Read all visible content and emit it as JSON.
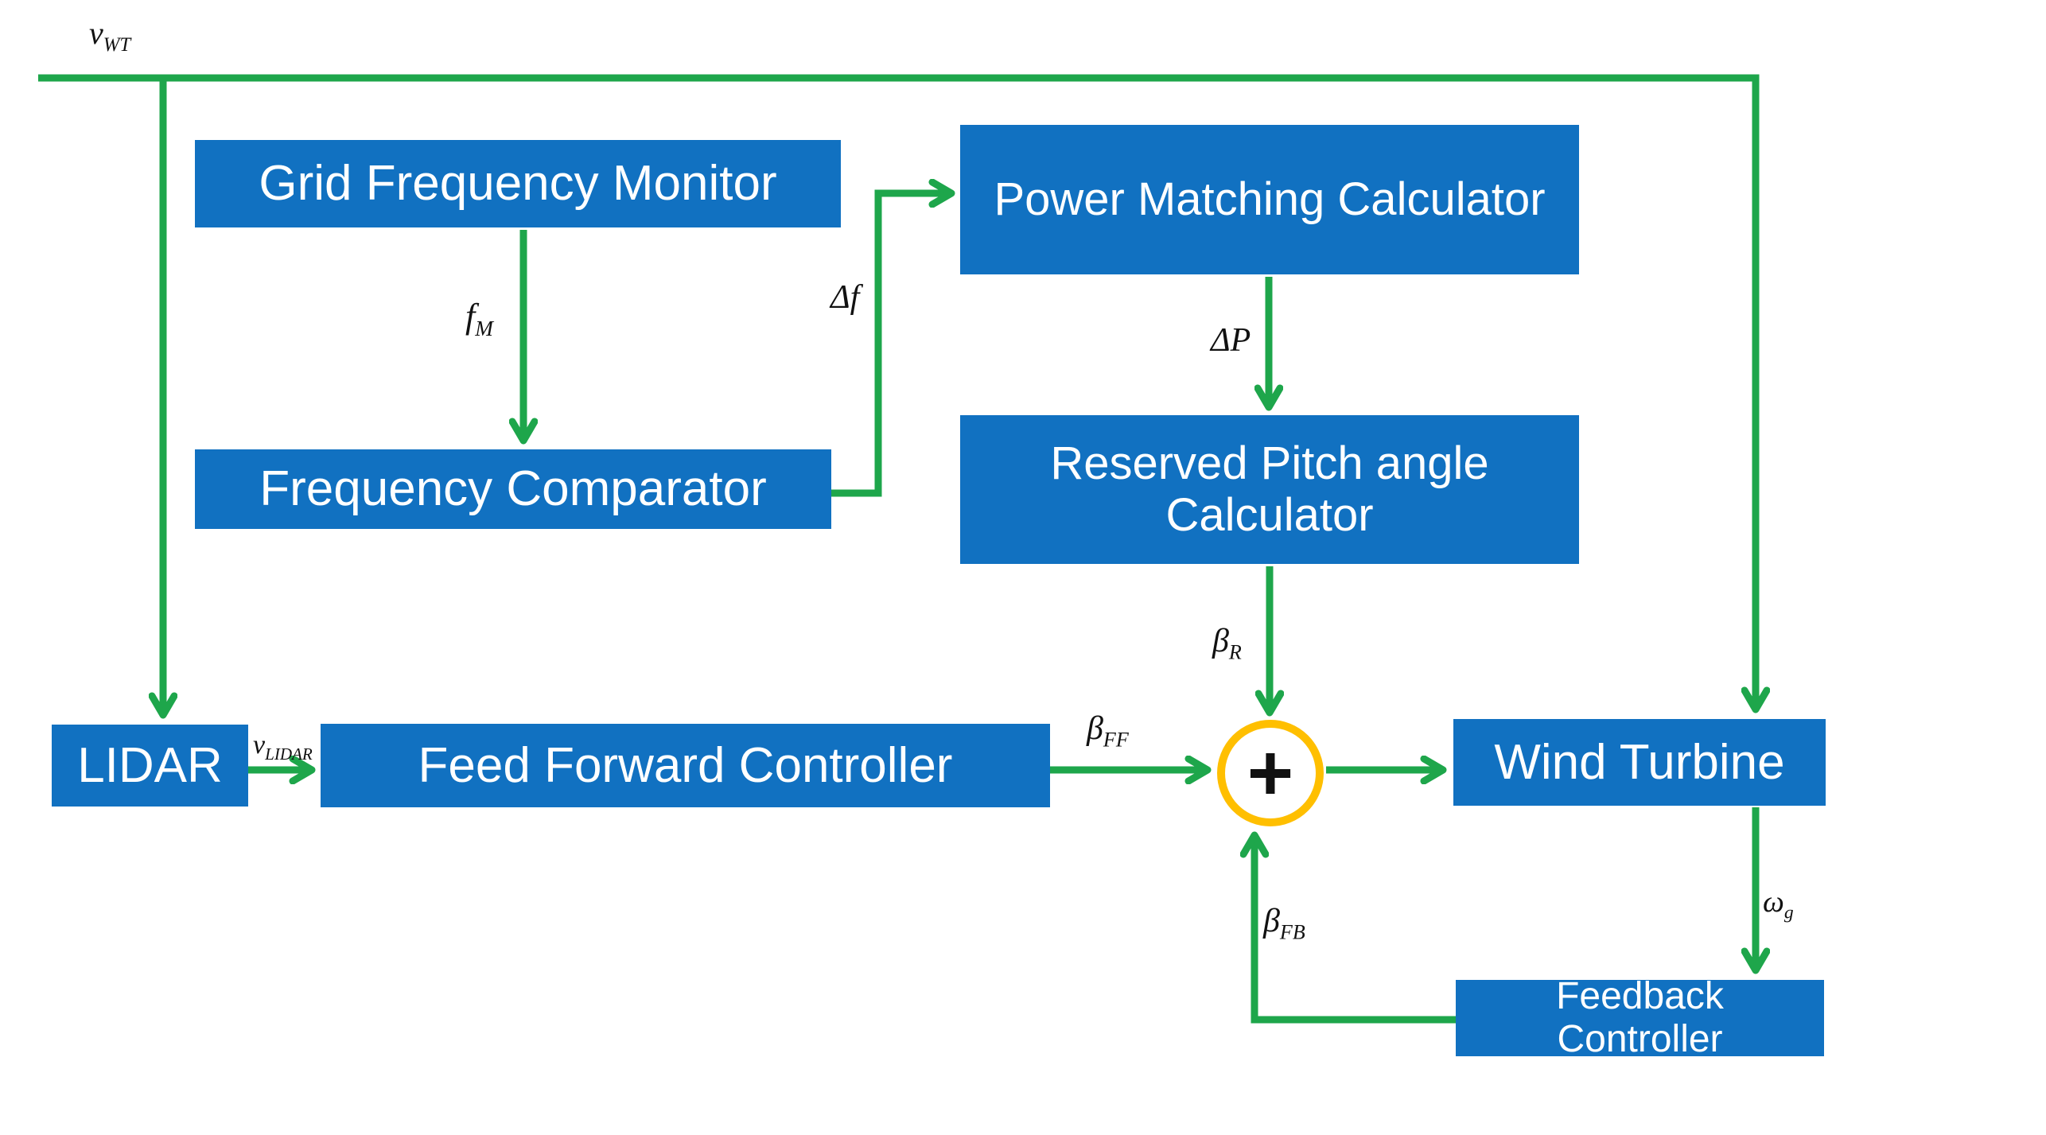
{
  "diagram_type": "control-block-diagram",
  "colors": {
    "box_blue": "#1171C1",
    "arrow_green": "#1EA64B",
    "sum_circle_yellow": "#FFBF00",
    "label_black": "#111111",
    "box_text": "#FFFFFF"
  },
  "nodes": {
    "gfm": {
      "label": "Grid Frequency Monitor"
    },
    "pmc": {
      "label": "Power Matching Calculator"
    },
    "fc": {
      "label": "Frequency Comparator"
    },
    "rpac": {
      "label": "Reserved Pitch angle Calculator"
    },
    "lidar": {
      "label": "LIDAR"
    },
    "ffc": {
      "label": "Feed Forward Controller"
    },
    "wt": {
      "label": "Wind Turbine"
    },
    "fb": {
      "label": "Feedback Controller"
    }
  },
  "signals": {
    "vwt": {
      "main": "v",
      "sub": "WT"
    },
    "fm": {
      "main": "f",
      "sub": "M"
    },
    "df": {
      "main": "Δf",
      "sub": ""
    },
    "dp": {
      "main": "ΔP",
      "sub": ""
    },
    "br": {
      "main": "β",
      "sub": "R"
    },
    "vlidar": {
      "main": "v",
      "sub": "LIDAR"
    },
    "bff": {
      "main": "β",
      "sub": "FF"
    },
    "bfb": {
      "main": "β",
      "sub": "FB"
    },
    "wg": {
      "main": "ω",
      "sub": "g"
    }
  },
  "junction": {
    "symbol": "+"
  },
  "connections": [
    "v_WT source -> LIDAR (branch left)",
    "v_WT source -> Wind Turbine (branch right)",
    "Grid Frequency Monitor -f_M-> Frequency Comparator",
    "Frequency Comparator -Δf-> Power Matching Calculator",
    "Power Matching Calculator -ΔP-> Reserved Pitch angle Calculator",
    "Reserved Pitch angle Calculator -β_R-> sum",
    "LIDAR -v_LIDAR-> Feed Forward Controller",
    "Feed Forward Controller -β_FF-> sum",
    "sum -> Wind Turbine",
    "Wind Turbine -ω_g-> Feedback Controller",
    "Feedback Controller -β_FB-> sum"
  ]
}
